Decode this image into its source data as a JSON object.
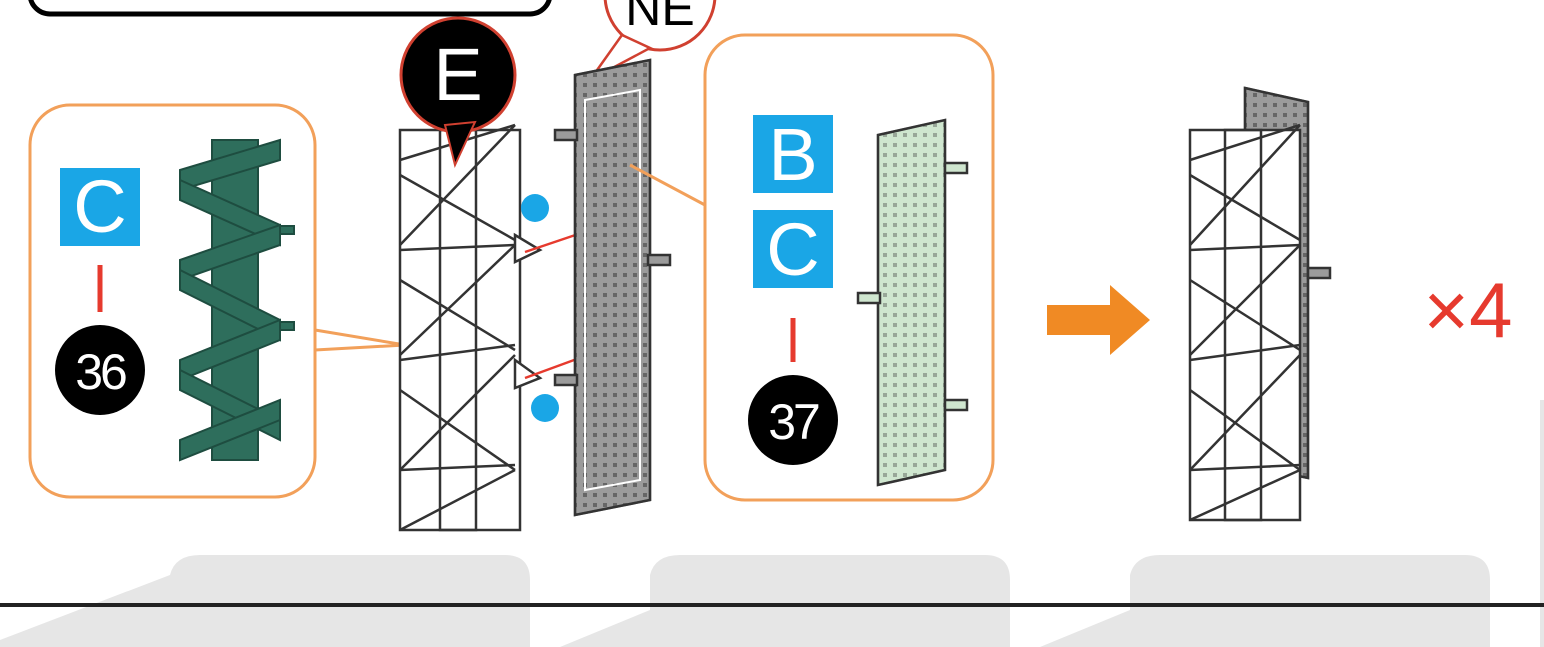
{
  "callout_left": {
    "part_letter": "C",
    "part_number": "36"
  },
  "bubble_e": {
    "label": "E"
  },
  "bubble_ne": {
    "label": "NE"
  },
  "callout_right": {
    "part_letters": [
      "B",
      "C"
    ],
    "part_number": "37"
  },
  "multiplier": {
    "label": "×4"
  },
  "colors": {
    "callout_border": "#f2a05a",
    "badge_blue": "#1aa6e6",
    "badge_black": "#000000",
    "accent_red": "#e63a2e",
    "arrow_orange": "#f08a24",
    "part_green_dark": "#2e6e5c",
    "part_green_light": "#cfe6cf",
    "part_gray": "#9b9b9b",
    "connector_dot": "#1aa6e6",
    "background_shapes": "#e6e6e6"
  }
}
